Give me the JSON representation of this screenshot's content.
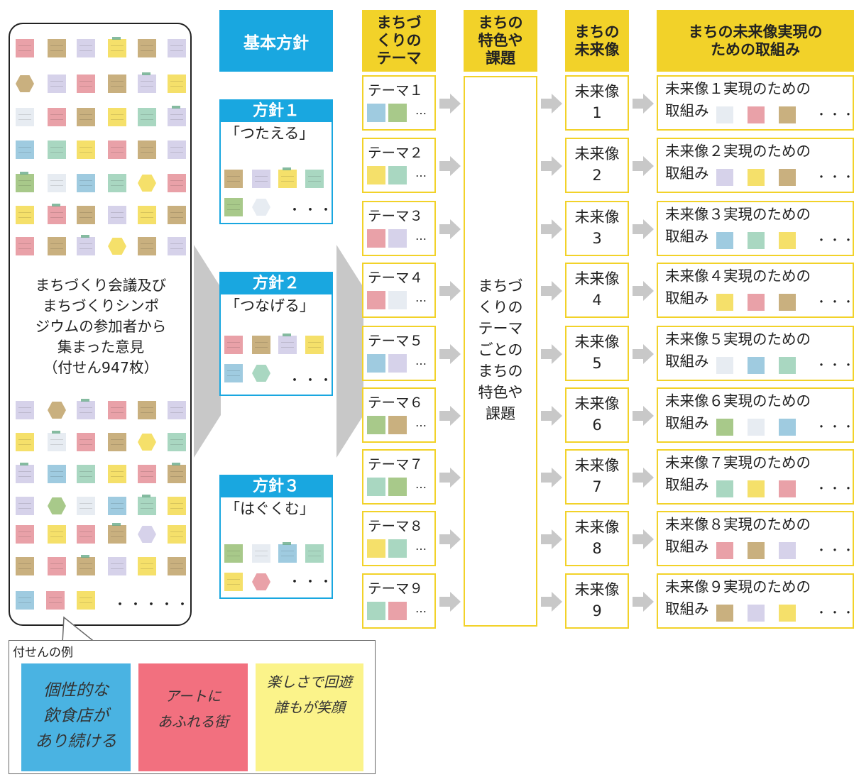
{
  "left_panel": {
    "text_lines": [
      "まちづくり会議及び",
      "まちづくりシンポ",
      "ジウムの参加者から",
      "集まった意見",
      "（付せん947枚）"
    ],
    "ellipsis": "・・・・・"
  },
  "callout": {
    "title": "付せんの例",
    "samples": [
      {
        "lines": [
          "個性的な",
          "飲食店が",
          "あり続ける"
        ],
        "color": "#4ab3e2"
      },
      {
        "lines": [
          "アートに",
          "あふれる街"
        ],
        "color": "#f2707f"
      },
      {
        "lines": [
          "楽しさで回遊",
          "誰もが笑顔"
        ],
        "color": "#fbf38a"
      }
    ]
  },
  "policy": {
    "header": "基本方針",
    "cards": [
      {
        "title": "方針１",
        "subtitle": "「つたえる」",
        "ellipsis": "・・・"
      },
      {
        "title": "方針２",
        "subtitle": "「つなげる」",
        "ellipsis": "・・・"
      },
      {
        "title": "方針３",
        "subtitle": "「はぐくむ」",
        "ellipsis": "・・・"
      }
    ]
  },
  "themes": {
    "header": [
      "まちづ",
      "くりの",
      "テーマ"
    ],
    "items": [
      "テーマ１",
      "テーマ２",
      "テーマ３",
      "テーマ４",
      "テーマ５",
      "テーマ６",
      "テーマ７",
      "テーマ８",
      "テーマ９"
    ],
    "ellipsis": "…"
  },
  "features": {
    "header": [
      "まちの",
      "特色や",
      "課題"
    ],
    "body_lines": [
      "まちづ",
      "くりの",
      "テーマ",
      "ごとの",
      "まちの",
      "特色や",
      "課題"
    ]
  },
  "futures": {
    "header": [
      "まちの",
      "未来像"
    ],
    "items": [
      {
        "word": "未来像",
        "num": "1"
      },
      {
        "word": "未来像",
        "num": "2"
      },
      {
        "word": "未来像",
        "num": "3"
      },
      {
        "word": "未来像",
        "num": "4"
      },
      {
        "word": "未来像",
        "num": "5"
      },
      {
        "word": "未来像",
        "num": "6"
      },
      {
        "word": "未来像",
        "num": "7"
      },
      {
        "word": "未来像",
        "num": "8"
      },
      {
        "word": "未来像",
        "num": "9"
      }
    ]
  },
  "actions": {
    "header": [
      "まちの未来像実現の",
      "ための取組み"
    ],
    "items": [
      "未来像１実現のための",
      "未来像２実現のための",
      "未来像３実現のための",
      "未来像４実現のための",
      "未来像５実現のための",
      "未来像６実現のための",
      "未来像７実現のための",
      "未来像８実現のための",
      "未来像９実現のための"
    ],
    "second_line": "取組み",
    "ellipsis": "・・・"
  },
  "colors": {
    "policy_blue": "#19a7e0",
    "theme_yellow": "#f2d229",
    "arrow_gray": "#c8c8c8",
    "note_colors": [
      "#e9a1a8",
      "#c9b07f",
      "#d6d2ea",
      "#f5e06a",
      "#a9d7c1",
      "#9fcbe0",
      "#a8c98a",
      "#e7ecf2"
    ]
  }
}
